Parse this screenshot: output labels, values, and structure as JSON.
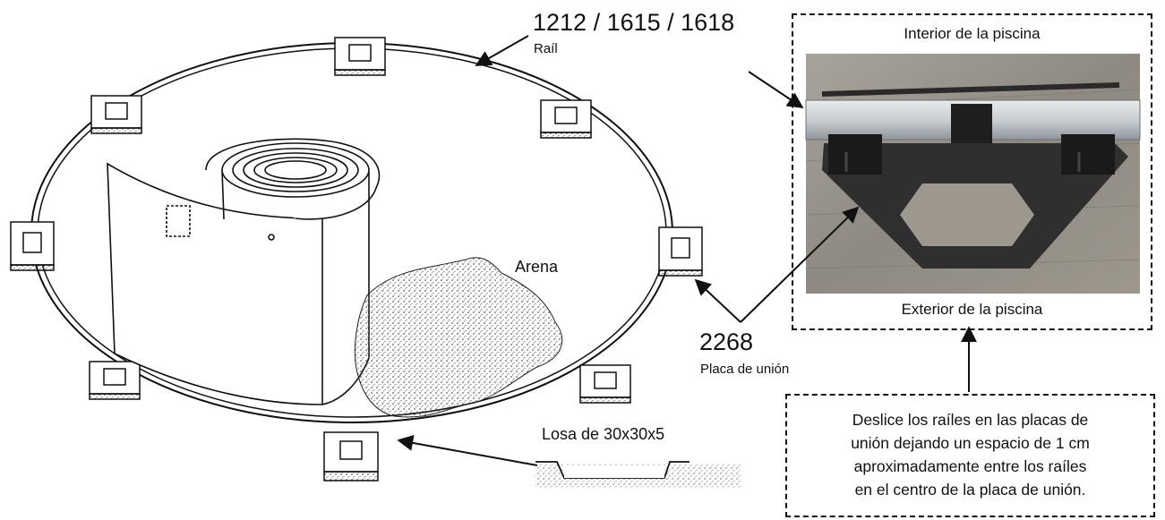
{
  "labels": {
    "rail_codes": "1212 / 1615 / 1618",
    "rail_name": "Raíl",
    "sand": "Arena",
    "plate_code": "2268",
    "plate_name": "Placa de unión",
    "slab": "Losa de 30x30x5"
  },
  "photo": {
    "interior": "Interior de la piscina",
    "exterior": "Exterior de la piscina"
  },
  "note": {
    "lines": [
      "Deslice los raíles en las placas de",
      "unión dejando un espacio de 1 cm",
      "aproximadamente entre los raíles",
      "en el centro de la placa de unión."
    ]
  }
}
